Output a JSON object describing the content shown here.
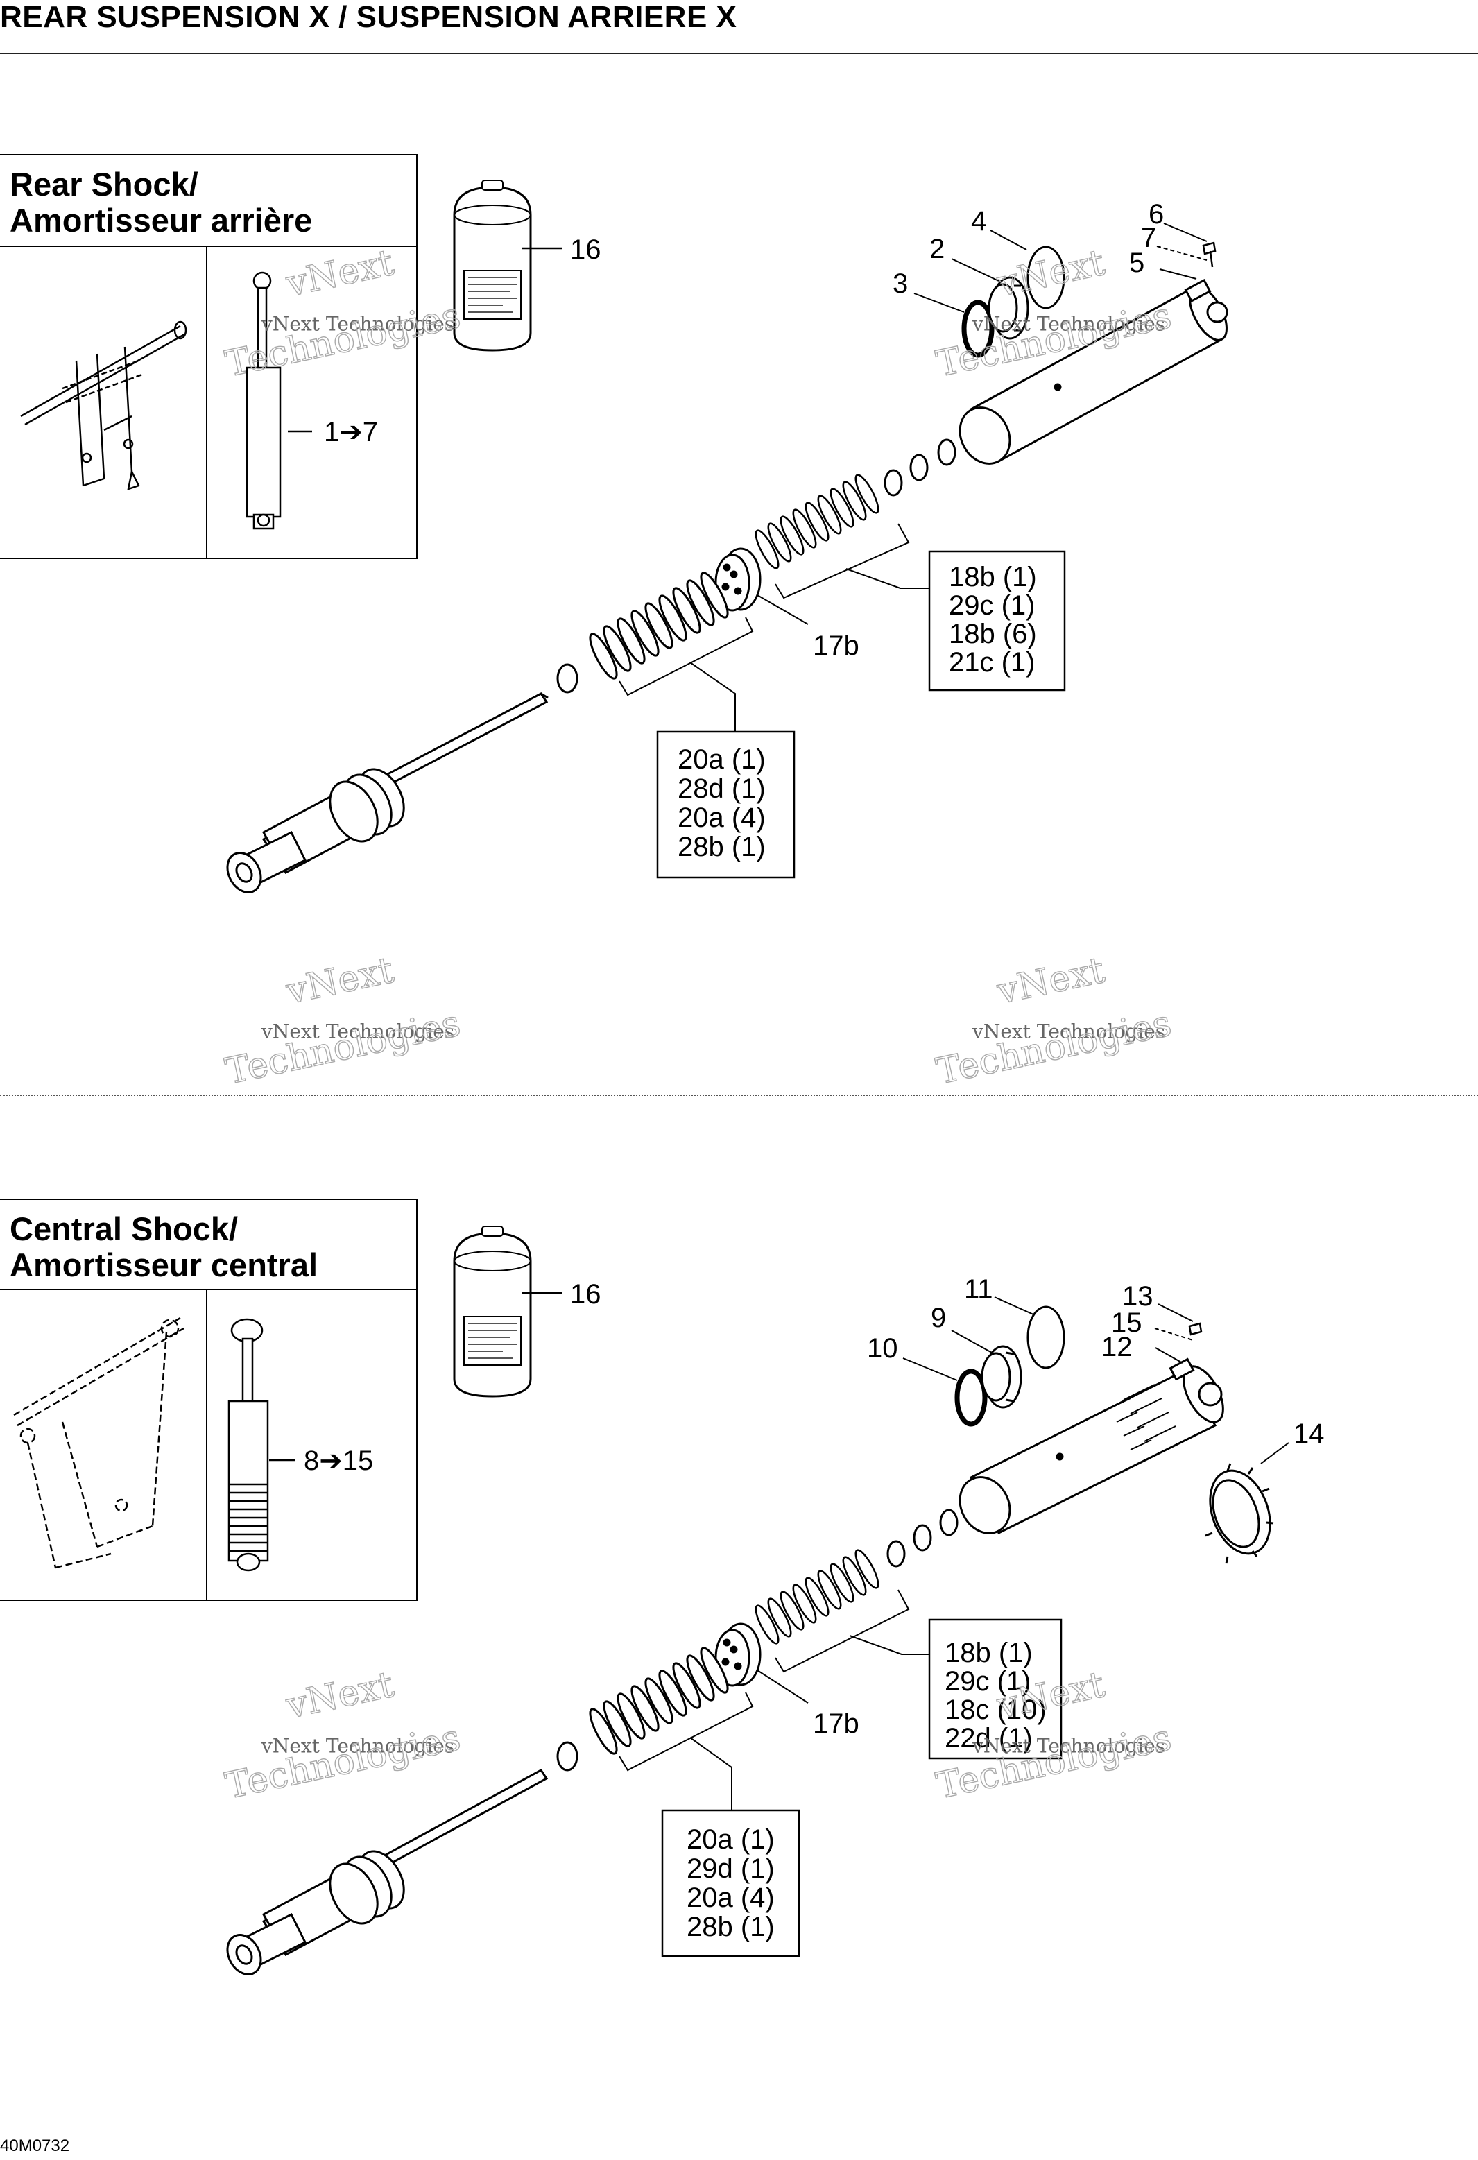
{
  "page": {
    "title": "REAR SUSPENSION X / SUSPENSION ARRIERE X",
    "code": "40M0732"
  },
  "watermark": {
    "line1": "vNext",
    "line2": "vNext Technologies",
    "line3": "Technologies"
  },
  "rear_shock": {
    "title_line1": "Rear Shock/",
    "title_line2": "Amortisseur arrière",
    "assembly_ref": "1➔7",
    "callouts": {
      "c16": "16",
      "c2": "2",
      "c3": "3",
      "c4": "4",
      "c5": "5",
      "c6": "6",
      "c7": "7",
      "c17b": "17b"
    },
    "spring_box": [
      "18b (1)",
      "29c (1)",
      "18b (6)",
      "21c (1)"
    ],
    "lower_box": [
      "20a (1)",
      "28d (1)",
      "20a (4)",
      "28b (1)"
    ]
  },
  "central_shock": {
    "title_line1": "Central Shock/",
    "title_line2": "Amortisseur central",
    "assembly_ref": "8➔15",
    "callouts": {
      "c16": "16",
      "c9": "9",
      "c10": "10",
      "c11": "11",
      "c12": "12",
      "c13": "13",
      "c14": "14",
      "c15": "15",
      "c17b": "17b"
    },
    "spring_box": [
      "18b (1)",
      "29c (1)",
      "18c (10)",
      "22d (1)"
    ],
    "lower_box": [
      "20a (1)",
      "29d (1)",
      "20a (4)",
      "28b (1)"
    ]
  },
  "colors": {
    "line": "#000000",
    "watermark": "#aaaaaa"
  }
}
